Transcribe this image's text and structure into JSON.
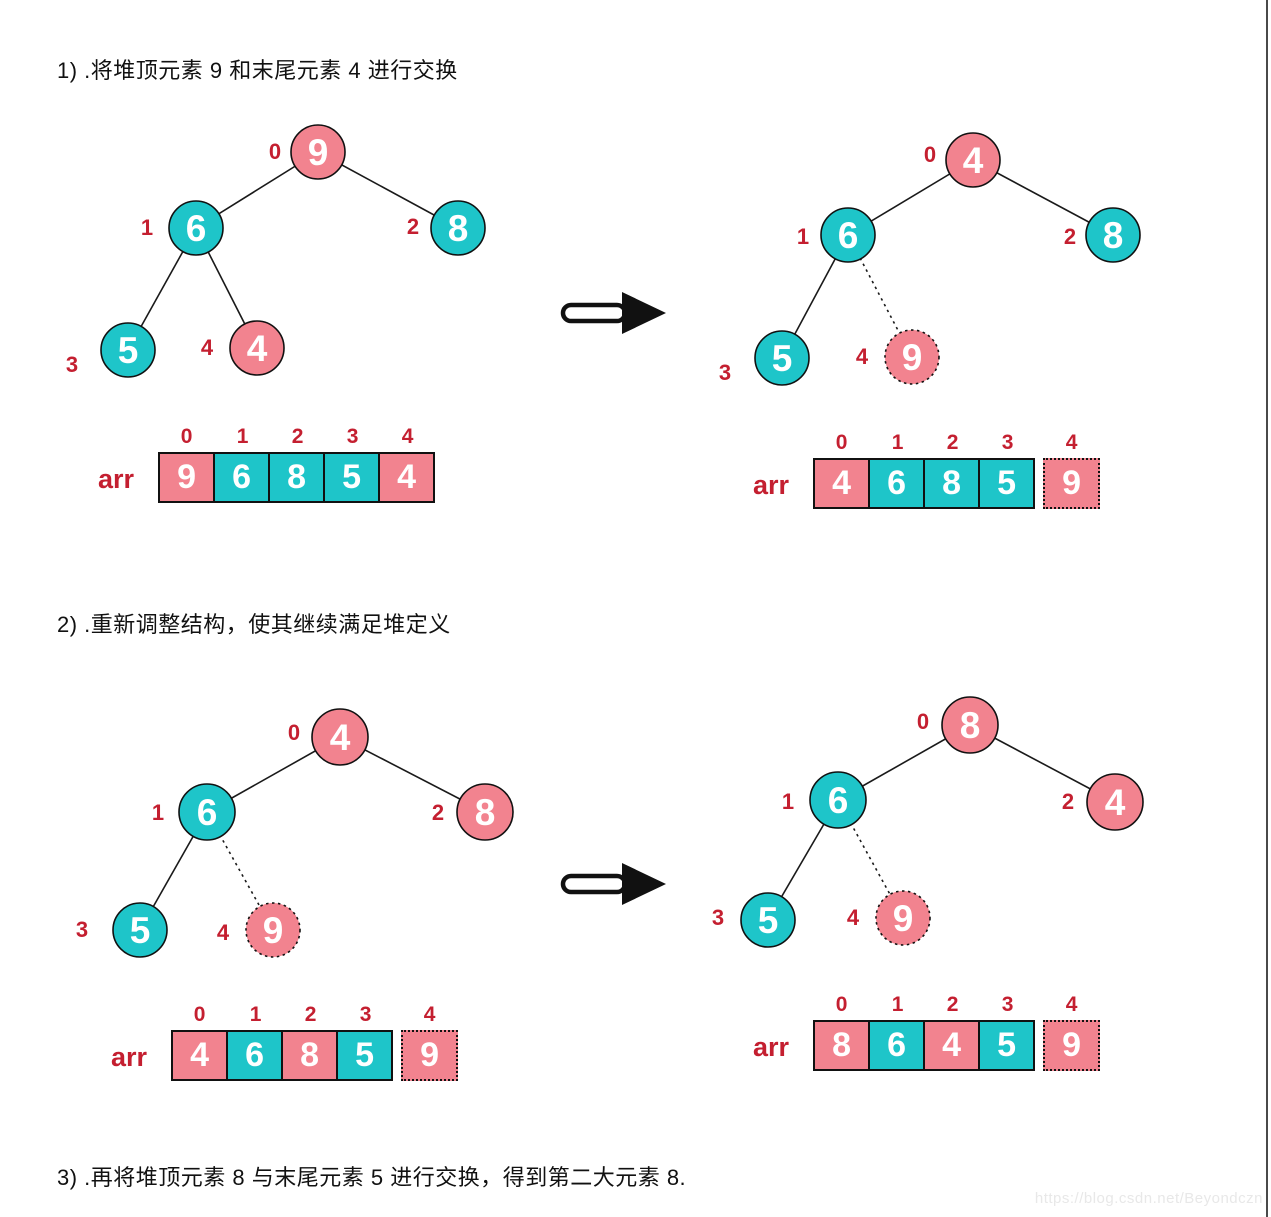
{
  "headings": {
    "step1": "1) .将堆顶元素 9 和末尾元素 4 进行交换",
    "step2": "2) .重新调整结构，使其继续满足堆定义",
    "step3": "3) .再将堆顶元素 8 与末尾元素 5 进行交换，得到第二大元素 8."
  },
  "colors": {
    "pink": "#f2838f",
    "teal": "#1ec5c9",
    "index_red": "#c41f30",
    "edge_black": "#1a1a1a"
  },
  "trees": [
    {
      "nodes": [
        {
          "index": "0",
          "value": "9",
          "fill": "#f2838f"
        },
        {
          "index": "1",
          "value": "6",
          "fill": "#1ec5c9"
        },
        {
          "index": "2",
          "value": "8",
          "fill": "#1ec5c9"
        },
        {
          "index": "3",
          "value": "5",
          "fill": "#1ec5c9"
        },
        {
          "index": "4",
          "value": "4",
          "fill": "#f2838f"
        }
      ]
    },
    {
      "nodes": [
        {
          "index": "0",
          "value": "4",
          "fill": "#f2838f"
        },
        {
          "index": "1",
          "value": "6",
          "fill": "#1ec5c9"
        },
        {
          "index": "2",
          "value": "8",
          "fill": "#1ec5c9"
        },
        {
          "index": "3",
          "value": "5",
          "fill": "#1ec5c9"
        },
        {
          "index": "4",
          "value": "9",
          "fill": "#f2838f"
        }
      ]
    },
    {
      "nodes": [
        {
          "index": "0",
          "value": "4",
          "fill": "#f2838f"
        },
        {
          "index": "1",
          "value": "6",
          "fill": "#1ec5c9"
        },
        {
          "index": "2",
          "value": "8",
          "fill": "#f2838f"
        },
        {
          "index": "3",
          "value": "5",
          "fill": "#1ec5c9"
        },
        {
          "index": "4",
          "value": "9",
          "fill": "#f2838f"
        }
      ]
    },
    {
      "nodes": [
        {
          "index": "0",
          "value": "8",
          "fill": "#f2838f"
        },
        {
          "index": "1",
          "value": "6",
          "fill": "#1ec5c9"
        },
        {
          "index": "2",
          "value": "4",
          "fill": "#f2838f"
        },
        {
          "index": "3",
          "value": "5",
          "fill": "#1ec5c9"
        },
        {
          "index": "4",
          "value": "9",
          "fill": "#f2838f"
        }
      ]
    }
  ],
  "arrays": [
    {
      "label": "arr",
      "cells": [
        {
          "index": "0",
          "value": "9",
          "fill": "#f2838f"
        },
        {
          "index": "1",
          "value": "6",
          "fill": "#1ec5c9"
        },
        {
          "index": "2",
          "value": "8",
          "fill": "#1ec5c9"
        },
        {
          "index": "3",
          "value": "5",
          "fill": "#1ec5c9"
        },
        {
          "index": "4",
          "value": "4",
          "fill": "#f2838f"
        }
      ]
    },
    {
      "label": "arr",
      "cells": [
        {
          "index": "0",
          "value": "4",
          "fill": "#f2838f"
        },
        {
          "index": "1",
          "value": "6",
          "fill": "#1ec5c9"
        },
        {
          "index": "2",
          "value": "8",
          "fill": "#1ec5c9"
        },
        {
          "index": "3",
          "value": "5",
          "fill": "#1ec5c9"
        }
      ],
      "detached": {
        "index": "4",
        "value": "9",
        "fill": "#f2838f"
      }
    },
    {
      "label": "arr",
      "cells": [
        {
          "index": "0",
          "value": "4",
          "fill": "#f2838f"
        },
        {
          "index": "1",
          "value": "6",
          "fill": "#1ec5c9"
        },
        {
          "index": "2",
          "value": "8",
          "fill": "#f2838f"
        },
        {
          "index": "3",
          "value": "5",
          "fill": "#1ec5c9"
        }
      ],
      "detached": {
        "index": "4",
        "value": "9",
        "fill": "#f2838f"
      }
    },
    {
      "label": "arr",
      "cells": [
        {
          "index": "0",
          "value": "8",
          "fill": "#f2838f"
        },
        {
          "index": "1",
          "value": "6",
          "fill": "#1ec5c9"
        },
        {
          "index": "2",
          "value": "4",
          "fill": "#f2838f"
        },
        {
          "index": "3",
          "value": "5",
          "fill": "#1ec5c9"
        }
      ],
      "detached": {
        "index": "4",
        "value": "9",
        "fill": "#f2838f"
      }
    }
  ],
  "watermark": "https://blog.csdn.net/Beyondczn"
}
